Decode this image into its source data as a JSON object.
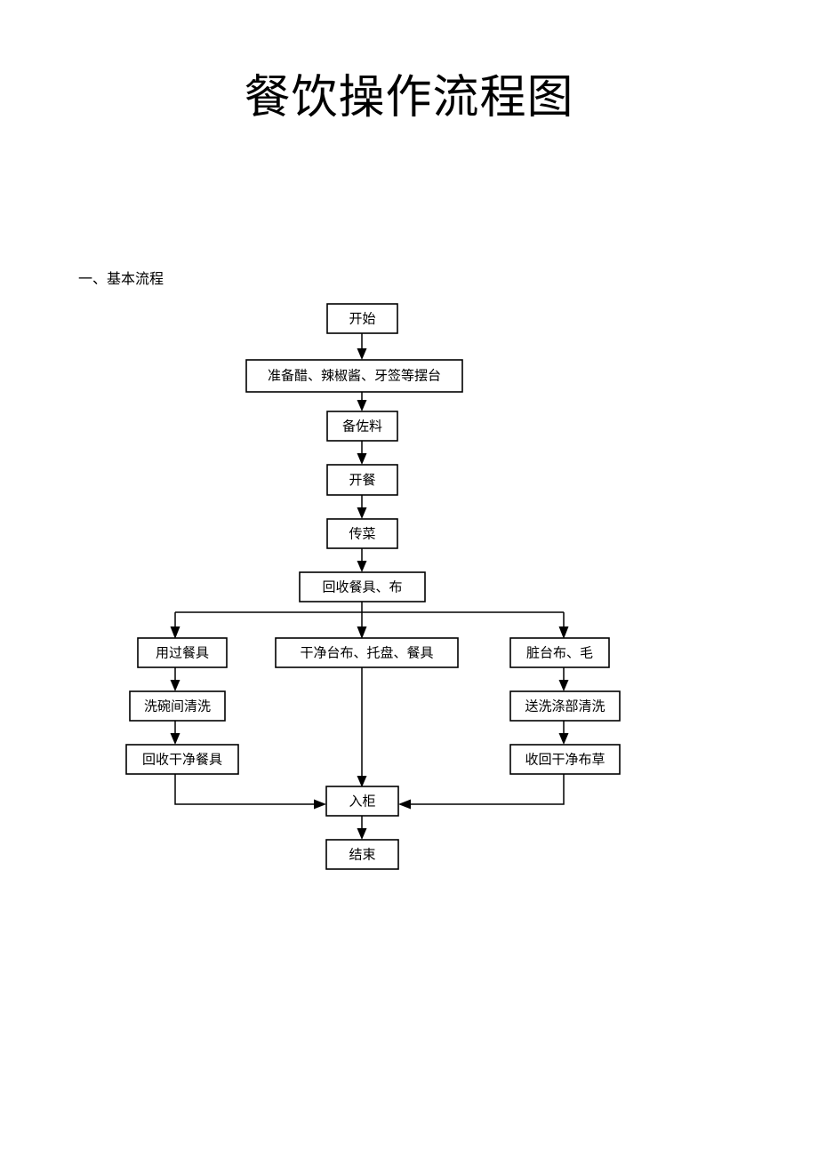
{
  "document": {
    "title": "餐饮操作流程图",
    "section_heading": "一、基本流程"
  },
  "colors": {
    "page_background": "#ffffff",
    "text": "#000000",
    "box_stroke": "#000000",
    "box_fill": "#ffffff",
    "connector": "#000000"
  },
  "chart_data": {
    "type": "diagram",
    "title": "餐饮操作流程图",
    "subtitle": "一、基本流程",
    "orientation": "top-to-bottom",
    "nodes": [
      {
        "id": "start",
        "label": "开始",
        "column": "center",
        "row": 1
      },
      {
        "id": "prepare",
        "label": "准备醋、辣椒酱、牙签等摆台",
        "column": "center",
        "row": 2
      },
      {
        "id": "condiments",
        "label": "备佐料",
        "column": "center",
        "row": 3
      },
      {
        "id": "open_meal",
        "label": "开餐",
        "column": "center",
        "row": 4
      },
      {
        "id": "serve_dish",
        "label": "传菜",
        "column": "center",
        "row": 5
      },
      {
        "id": "recover",
        "label": "回收餐具、布",
        "column": "center",
        "row": 6
      },
      {
        "id": "used_tableware",
        "label": "用过餐具",
        "column": "left",
        "row": 7
      },
      {
        "id": "clean_linen",
        "label": "干净台布、托盘、餐具",
        "column": "center",
        "row": 7
      },
      {
        "id": "dirty_linen",
        "label": "脏台布、毛",
        "column": "right",
        "row": 7
      },
      {
        "id": "dishroom_wash",
        "label": "洗碗间清洗",
        "column": "left",
        "row": 8
      },
      {
        "id": "laundry_wash",
        "label": "送洗涤部清洗",
        "column": "right",
        "row": 8
      },
      {
        "id": "collect_clean",
        "label": "回收干净餐具",
        "column": "left",
        "row": 9
      },
      {
        "id": "collect_linen",
        "label": "收回干净布草",
        "column": "right",
        "row": 9
      },
      {
        "id": "store",
        "label": "入柜",
        "column": "center",
        "row": 10
      },
      {
        "id": "end",
        "label": "结束",
        "column": "center",
        "row": 11
      }
    ],
    "edges": [
      {
        "from": "start",
        "to": "prepare",
        "style": "straight-down"
      },
      {
        "from": "prepare",
        "to": "condiments",
        "style": "straight-down"
      },
      {
        "from": "condiments",
        "to": "open_meal",
        "style": "straight-down"
      },
      {
        "from": "open_meal",
        "to": "serve_dish",
        "style": "straight-down"
      },
      {
        "from": "serve_dish",
        "to": "recover",
        "style": "straight-down"
      },
      {
        "from": "recover",
        "to": "used_tableware",
        "style": "split-left"
      },
      {
        "from": "recover",
        "to": "clean_linen",
        "style": "straight-down"
      },
      {
        "from": "recover",
        "to": "dirty_linen",
        "style": "split-right"
      },
      {
        "from": "used_tableware",
        "to": "dishroom_wash",
        "style": "straight-down"
      },
      {
        "from": "dishroom_wash",
        "to": "collect_clean",
        "style": "straight-down"
      },
      {
        "from": "dirty_linen",
        "to": "laundry_wash",
        "style": "straight-down"
      },
      {
        "from": "laundry_wash",
        "to": "collect_linen",
        "style": "straight-down"
      },
      {
        "from": "collect_clean",
        "to": "store",
        "style": "elbow-right"
      },
      {
        "from": "clean_linen",
        "to": "store",
        "style": "straight-down"
      },
      {
        "from": "collect_linen",
        "to": "store",
        "style": "elbow-left"
      },
      {
        "from": "store",
        "to": "end",
        "style": "straight-down"
      }
    ]
  }
}
